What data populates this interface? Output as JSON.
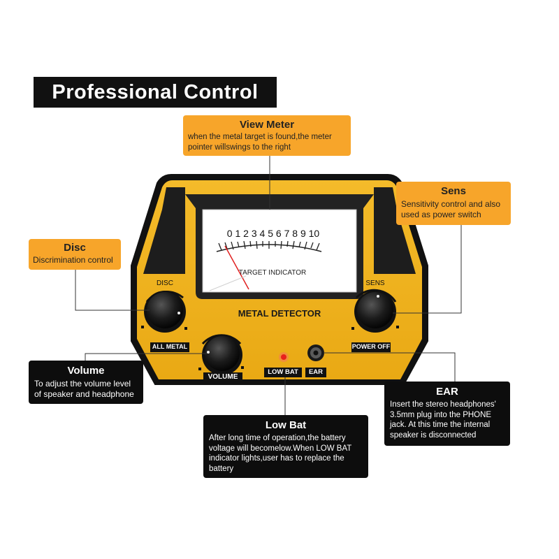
{
  "title": "Professional Control Box",
  "device": {
    "brand_label": "METAL DETECTOR",
    "meter": {
      "scale": [
        "0",
        "1",
        "2",
        "3",
        "4",
        "5",
        "6",
        "7",
        "8",
        "9",
        "10"
      ],
      "caption": "TARGET INDICATOR"
    },
    "knobs": {
      "disc": "DISC",
      "all_metal": "ALL METAL",
      "sens": "SENS",
      "power_off": "POWER OFF",
      "volume": "VOLUME"
    },
    "indicators": {
      "low_bat": "LOW BAT",
      "ear": "EAR"
    }
  },
  "callouts": {
    "view_meter": {
      "title": "View Meter",
      "desc": "when the metal target is found,the meter pointer willswings to the right"
    },
    "sens": {
      "title": "Sens",
      "desc": "Sensitivity control and also used as power switch"
    },
    "disc": {
      "title": "Disc",
      "desc": "Discrimination control"
    },
    "volume": {
      "title": "Volume",
      "desc": "To adjust the volume level of speaker and headphone"
    },
    "ear": {
      "title": "EAR",
      "desc": "Insert the stereo headphones' 3.5mm plug into the PHONE jack. At this time the internal speaker is disconnected"
    },
    "low_bat": {
      "title": "Low Bat",
      "desc": "After long time of operation,the battery voltage will becomelow.When LOW BAT indicator lights,user has to replace the battery"
    }
  },
  "colors": {
    "body_yellow": "#f2b41e",
    "orange_callout": "#f7a52a",
    "dark_callout": "#0d0d0d",
    "led_red": "#e8201c"
  }
}
